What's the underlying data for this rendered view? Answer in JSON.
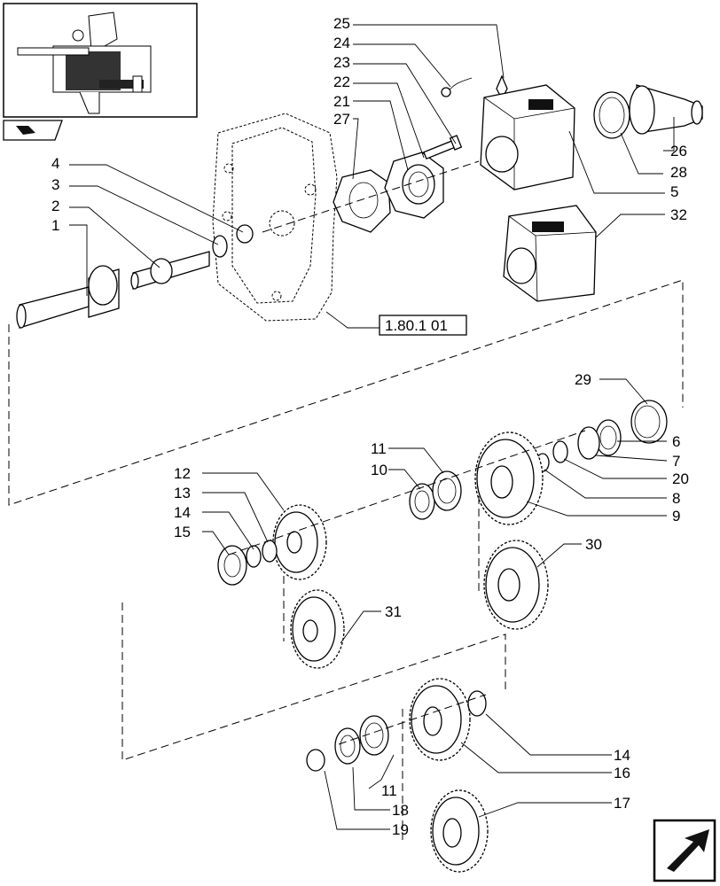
{
  "diagram": {
    "reference_box": "1.80.1 01",
    "callouts": [
      "1",
      "2",
      "3",
      "4",
      "5",
      "6",
      "7",
      "8",
      "9",
      "10",
      "11",
      "12",
      "13",
      "14",
      "15",
      "16",
      "17",
      "18",
      "19",
      "20",
      "21",
      "22",
      "23",
      "24",
      "25",
      "26",
      "27",
      "28",
      "29",
      "30",
      "31",
      "32"
    ],
    "callout_11b": "11",
    "callout_14b": "14"
  },
  "icons": {
    "thumbnail": "assembly-thumbnail-icon",
    "book": "book-arrow-icon",
    "next_page": "next-page-arrow-icon"
  }
}
